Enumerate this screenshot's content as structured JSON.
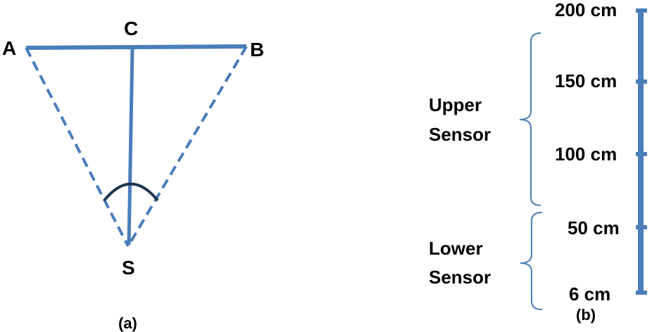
{
  "colors": {
    "line": "#4a7ebb",
    "arc": "#1f3550",
    "text": "#000000"
  },
  "diagram_a": {
    "points": {
      "A": "A",
      "B": "B",
      "C": "C",
      "S": "S"
    },
    "caption": "(a)"
  },
  "diagram_b": {
    "ticks": [
      "200 cm",
      "150 cm",
      "100 cm",
      "50 cm",
      "6 cm"
    ],
    "upper_sensor": {
      "line1": "Upper",
      "line2": "Sensor"
    },
    "lower_sensor": {
      "line1": "Lower",
      "line2": "Sensor"
    },
    "caption": "(b)"
  }
}
